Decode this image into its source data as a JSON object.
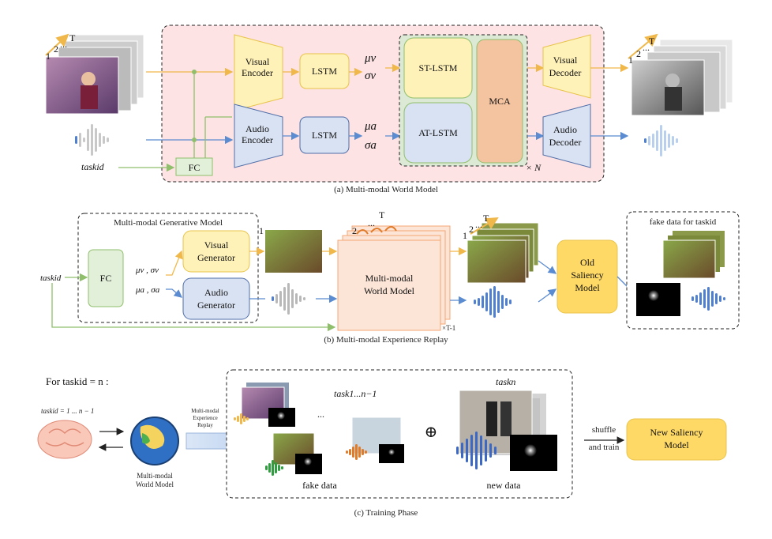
{
  "panel_a": {
    "caption": "(a) Multi-modal World Model",
    "visual_encoder": [
      "Visual",
      "Encoder"
    ],
    "audio_encoder": [
      "Audio",
      "Encoder"
    ],
    "lstm_top": "LSTM",
    "lstm_bottom": "LSTM",
    "mu_v": "μv",
    "sigma_v": "σv",
    "mu_a": "μa",
    "sigma_a": "σa",
    "st_lstm": "ST-LSTM",
    "at_lstm": "AT-LSTM",
    "mca": "MCA",
    "times_n": "× N",
    "visual_decoder": [
      "Visual",
      "Decoder"
    ],
    "audio_decoder": [
      "Audio",
      "Decoder"
    ],
    "fc": "FC",
    "task_id": "taskid",
    "frame_labels_in": [
      "1",
      "2",
      "...",
      "T"
    ],
    "frame_labels_out": [
      "1",
      "2",
      "...",
      "T"
    ]
  },
  "panel_b": {
    "caption": "(b) Multi-modal Experience Replay",
    "generative_title": "Multi-modal Generative Model",
    "task_id": "taskid",
    "fc": "FC",
    "mu_sigma_v": "μv , σv",
    "mu_sigma_a": "μa , σa",
    "visual_generator": [
      "Visual",
      "Generator"
    ],
    "audio_generator": [
      "Audio",
      "Generator"
    ],
    "world_model": [
      "Multi-modal",
      "World Model"
    ],
    "times_t1": "×T-1",
    "old_saliency": [
      "Old",
      "Saliency",
      "Model"
    ],
    "fake_data_title": "fake data for taskid",
    "frame_labels": [
      "1",
      "2",
      "...",
      "T"
    ]
  },
  "panel_c": {
    "caption": "(c) Training Phase",
    "for_task": "For taskid = n :",
    "task_range": "taskid = 1 ... n − 1",
    "world_model_label": [
      "Multi-modal",
      "World Model"
    ],
    "replay_label": [
      "Multi-modal",
      "Experience",
      "Replay"
    ],
    "task_old": "task1...n−1",
    "task_new": "taskn",
    "ellipsis": "...",
    "oplus": "⊕",
    "fake_data": "fake data",
    "new_data": "new data",
    "shuffle": [
      "shuffle",
      "and train"
    ],
    "new_saliency": [
      "New Saliency",
      "Model"
    ]
  },
  "colors": {
    "pink_bg": "#fde3e3",
    "yellow_fill": "#fff2b8",
    "yellow_stroke": "#e8c34a",
    "blue_fill": "#d9e2f3",
    "blue_stroke": "#4f6ea8",
    "green_fill": "#e2efd9",
    "green_stroke": "#8fbf6b",
    "mca_fill": "#f4c3a0",
    "orange_box": "#ffd966",
    "peach": "#fce4d6"
  }
}
